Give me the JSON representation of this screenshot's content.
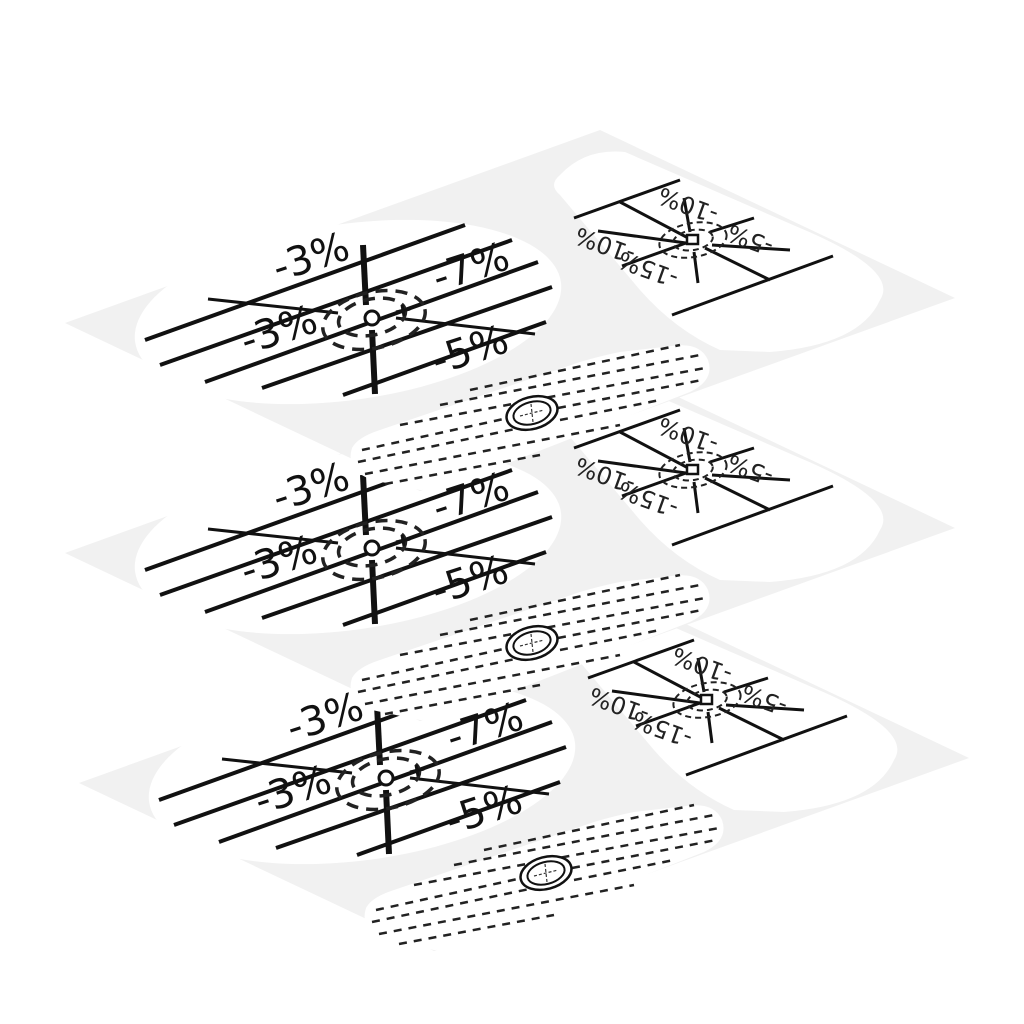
{
  "product": {
    "description": "Three stacked sticker sheets, isometric view",
    "sheet_count": 3,
    "backing_color": "#f1f1f1",
    "sticker_color": "#ffffff",
    "ink_color": "#111111"
  },
  "sheets": [
    {
      "large_oval": {
        "labels": [
          "-3%",
          "-7%",
          "-3%",
          "-5%"
        ]
      },
      "rect_sticker": {
        "labels": [
          "-10%",
          "-5%",
          "-10%",
          "-15%"
        ]
      },
      "dashed_strip": {
        "icon": "target-icon"
      }
    },
    {
      "large_oval": {
        "labels": [
          "-3%",
          "-7%",
          "-3%",
          "-5%"
        ]
      },
      "rect_sticker": {
        "labels": [
          "-10%",
          "-5%",
          "-10%",
          "-15%"
        ]
      },
      "dashed_strip": {
        "icon": "target-icon"
      }
    },
    {
      "large_oval": {
        "labels": [
          "-3%",
          "-7%",
          "-3%",
          "-5%"
        ]
      },
      "rect_sticker": {
        "labels": [
          "-10%",
          "-5%",
          "-10%",
          "-15%"
        ]
      },
      "dashed_strip": {
        "icon": "target-icon"
      }
    }
  ]
}
